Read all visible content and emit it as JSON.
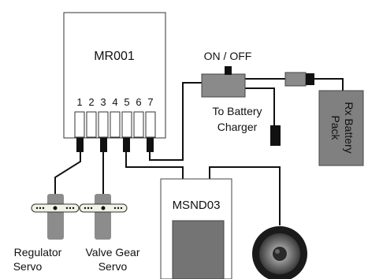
{
  "receiver": {
    "label": "MR001",
    "ports": [
      "1",
      "2",
      "3",
      "4",
      "5",
      "6",
      "7"
    ]
  },
  "switch": {
    "label": "ON / OFF"
  },
  "charger": {
    "line1": "To Battery",
    "line2": "Charger"
  },
  "battery": {
    "line1": "Rx Battery",
    "line2": "Pack"
  },
  "sound_module": {
    "label": "MSND03"
  },
  "servos": [
    {
      "line1": "Regulator",
      "line2": "Servo"
    },
    {
      "line1": "Valve Gear",
      "line2": "Servo"
    }
  ],
  "colors": {
    "wire": "#111111",
    "box_stroke": "#333333",
    "servo": "#8c8c8c",
    "battery": "#808080",
    "speaker_panel": "#747474"
  }
}
